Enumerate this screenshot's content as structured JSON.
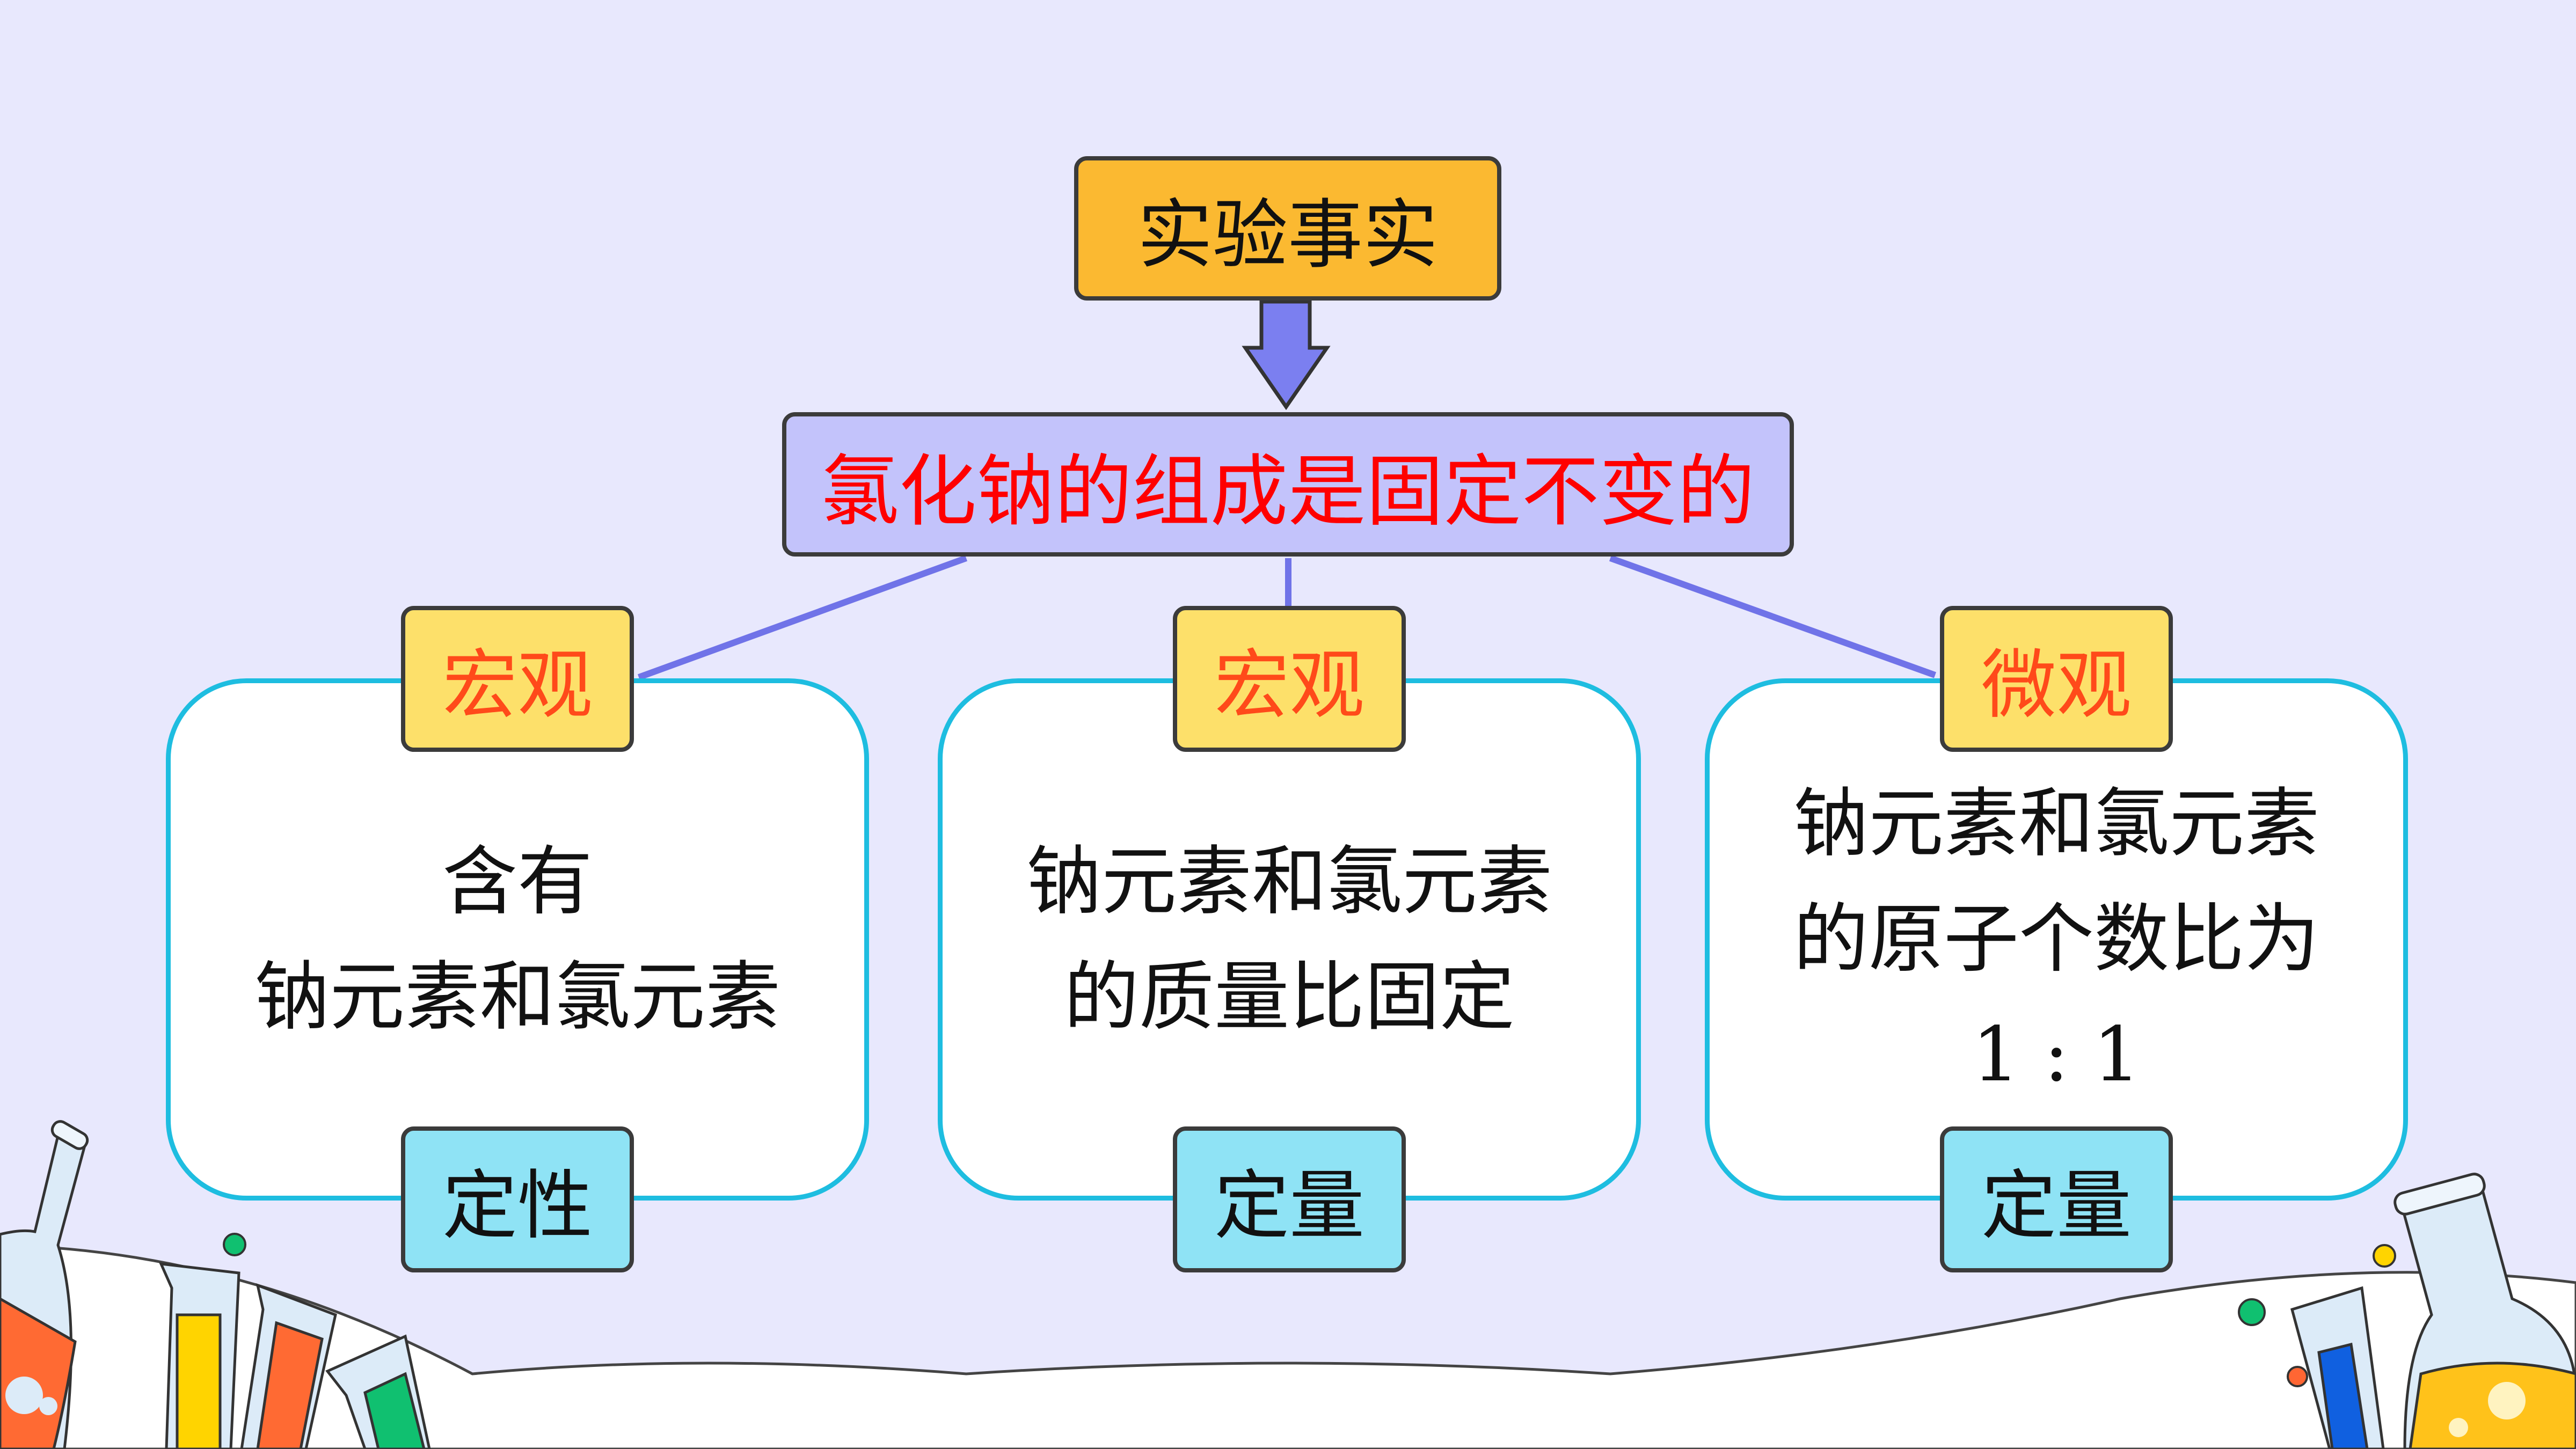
{
  "top_box": {
    "label": "实验事实"
  },
  "conclusion": {
    "label": "氯化钠的组成是固定不变的"
  },
  "cards": [
    {
      "top_tag": "宏观",
      "lines": [
        "含有",
        "钠元素和氯元素"
      ],
      "bottom_tag": "定性"
    },
    {
      "top_tag": "宏观",
      "lines": [
        "钠元素和氯元素",
        "的质量比固定"
      ],
      "bottom_tag": "定量"
    },
    {
      "top_tag": "微观",
      "lines": [
        "钠元素和氯元素",
        "的原子个数比为",
        "1 : 1"
      ],
      "bottom_tag": "定量"
    }
  ],
  "colors": {
    "background": "#e8e8fd",
    "top_box": "#fbb931",
    "conclusion_box": "#c3c3fb",
    "conclusion_text": "#ff0000",
    "connector": "#7073e8",
    "card_border": "#1ebde0",
    "top_tag": "#fde06a",
    "bottom_tag": "#8fe3f5"
  }
}
